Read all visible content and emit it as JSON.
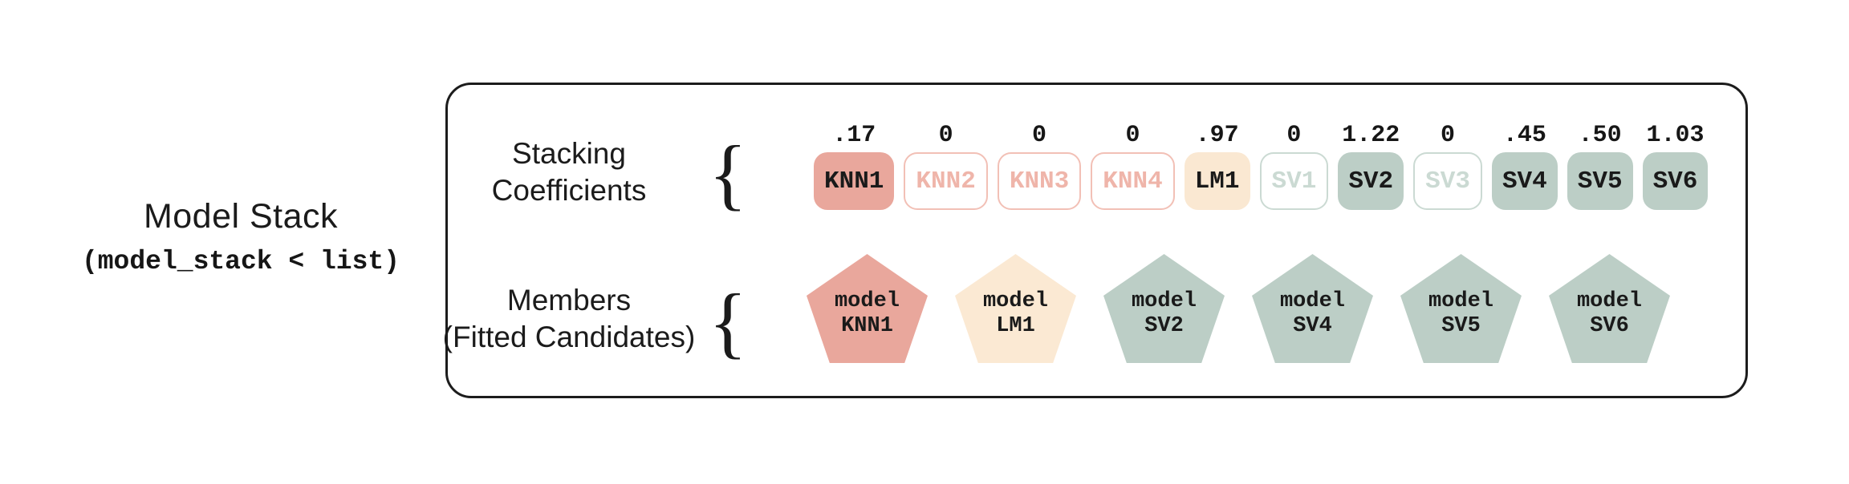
{
  "title": {
    "heading": "Model Stack",
    "code": "(model_stack < list)"
  },
  "panel": {
    "coefficients": {
      "label_line1": "Stacking",
      "label_line2": "Coefficients",
      "brace": "{",
      "items": [
        {
          "label": "KNN1",
          "value": ".17",
          "variant": "knn-active"
        },
        {
          "label": "KNN2",
          "value": "0",
          "variant": "knn-zero"
        },
        {
          "label": "KNN3",
          "value": "0",
          "variant": "knn-zero"
        },
        {
          "label": "KNN4",
          "value": "0",
          "variant": "knn-zero"
        },
        {
          "label": "LM1",
          "value": ".97",
          "variant": "lm-active"
        },
        {
          "label": "SV1",
          "value": "0",
          "variant": "sv-zero"
        },
        {
          "label": "SV2",
          "value": "1.22",
          "variant": "sv-active"
        },
        {
          "label": "SV3",
          "value": "0",
          "variant": "sv-zero"
        },
        {
          "label": "SV4",
          "value": ".45",
          "variant": "sv-active"
        },
        {
          "label": "SV5",
          "value": ".50",
          "variant": "sv-active"
        },
        {
          "label": "SV6",
          "value": "1.03",
          "variant": "sv-active"
        }
      ]
    },
    "members": {
      "label_line1": "Members",
      "label_line2": "(Fitted Candidates)",
      "brace": "{",
      "items": [
        {
          "line1": "model",
          "line2": "KNN1",
          "variant": "knn"
        },
        {
          "line1": "model",
          "line2": "LM1",
          "variant": "lm"
        },
        {
          "line1": "model",
          "line2": "SV2",
          "variant": "sv"
        },
        {
          "line1": "model",
          "line2": "SV4",
          "variant": "sv"
        },
        {
          "line1": "model",
          "line2": "SV5",
          "variant": "sv"
        },
        {
          "line1": "model",
          "line2": "SV6",
          "variant": "sv"
        }
      ]
    }
  },
  "colors": {
    "background": "#ffffff",
    "outline": "#1c1c1c",
    "text": "#1a1a1a",
    "salmon_fill": "#E9A79C",
    "salmon_faded_border": "#F2C0B6",
    "salmon_faded_text": "#EFB5AA",
    "cream_fill": "#FAE8D2",
    "sage_fill": "#BCCEC6",
    "sage_faded": "#CBDAD3"
  }
}
